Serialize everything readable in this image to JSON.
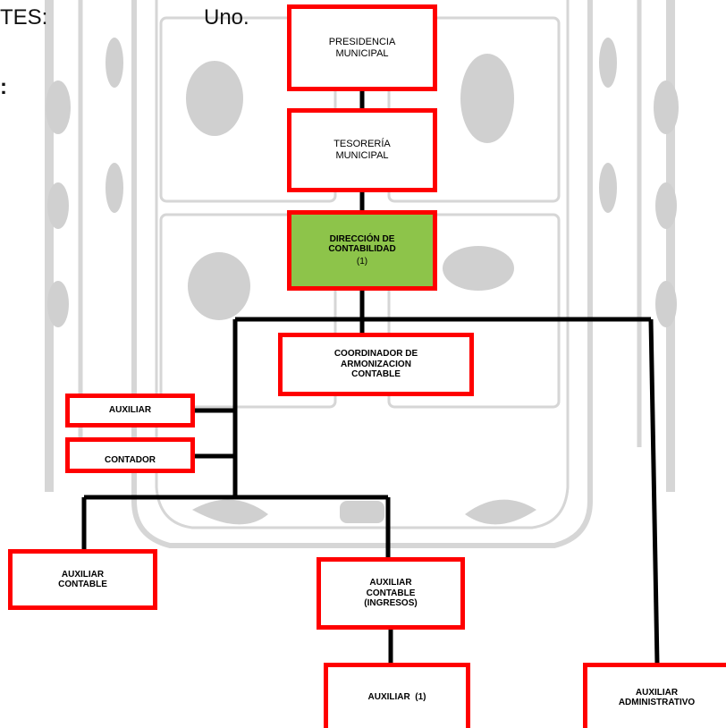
{
  "header": {
    "left_fragment": "TES:",
    "value": "Uno.",
    "colon": ":"
  },
  "colors": {
    "box_border": "#ff0000",
    "highlight_fill": "#8dc44a",
    "connector": "#000000",
    "watermark": "#d9d9d9"
  },
  "chart": {
    "presidencia": {
      "lines": [
        "PRESIDENCIA",
        "MUNICIPAL"
      ]
    },
    "tesoreria": {
      "lines": [
        "TESORERÍA",
        "MUNICIPAL"
      ]
    },
    "direccion": {
      "lines": [
        "DIRECCIÓN DE",
        "CONTABILIDAD"
      ],
      "count": "(1)"
    },
    "coordinador": {
      "lines": [
        "COORDINADOR DE",
        "ARMONIZACION",
        "CONTABLE"
      ]
    },
    "auxiliar": {
      "lines": [
        "AUXILIAR"
      ]
    },
    "contador": {
      "lines": [
        "CONTADOR"
      ]
    },
    "auxiliar_contable": {
      "lines": [
        "AUXILIAR",
        "CONTABLE"
      ]
    },
    "auxiliar_contable_ingresos": {
      "lines": [
        "AUXILIAR",
        "CONTABLE",
        "(INGRESOS)"
      ]
    },
    "auxiliar_1": {
      "lines": [
        "AUXILIAR  (1)"
      ]
    },
    "auxiliar_administrativo": {
      "lines": [
        "AUXILIAR",
        "ADMINISTRATIVO"
      ]
    }
  }
}
